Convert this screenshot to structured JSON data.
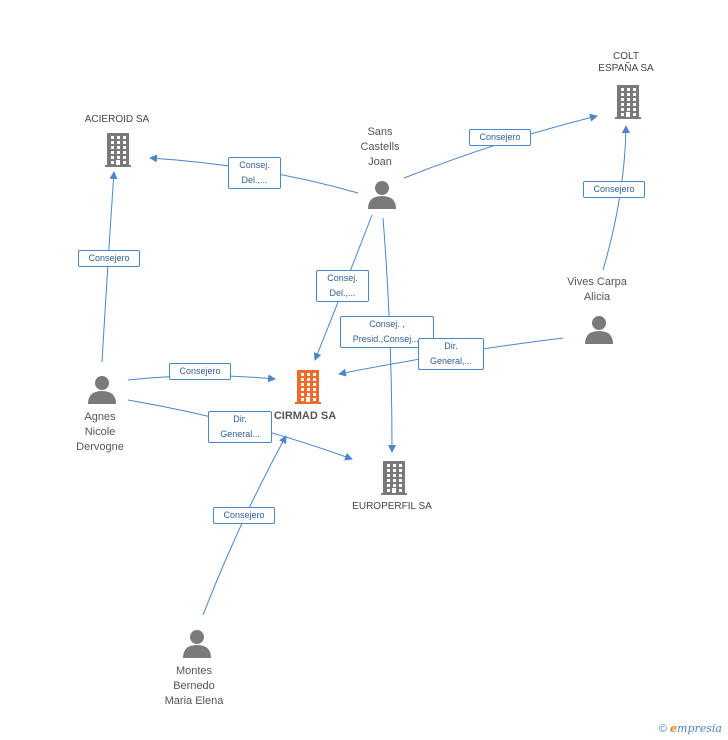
{
  "nodes": {
    "acieroid": {
      "label": "ACIEROID SA",
      "kind": "company"
    },
    "colt": {
      "label_line1": "COLT",
      "label_line2": "ESPAÑA SA",
      "kind": "company"
    },
    "cirmad": {
      "label": "CIRMAD SA",
      "kind": "company-main"
    },
    "europerfil": {
      "label": "EUROPERFIL SA",
      "kind": "company"
    },
    "sans": {
      "label_line1": "Sans",
      "label_line2": "Castells",
      "label_line3": "Joan",
      "kind": "person"
    },
    "vives": {
      "label_line1": "Vives Carpa",
      "label_line2": "Alicia",
      "kind": "person"
    },
    "agnes": {
      "label_line1": "Agnes",
      "label_line2": "Nicole",
      "label_line3": "Dervogne",
      "kind": "person"
    },
    "montes": {
      "label_line1": "Montes",
      "label_line2": "Bernedo",
      "label_line3": "Maria Elena",
      "kind": "person"
    }
  },
  "edges": {
    "sans_acieroid": {
      "line1": "Consej.",
      "line2": "Del.,..."
    },
    "sans_colt": {
      "line1": "Consejero"
    },
    "vives_colt": {
      "line1": "Consejero"
    },
    "sans_cirmad": {
      "line1": "Consej.",
      "line2": "Del.,..."
    },
    "sans_europerfil": {
      "line1": "Consej. ,",
      "line2": "Presid.,Consej...."
    },
    "vives_cirmad": {
      "line1": "Dir.",
      "line2": "General,..."
    },
    "agnes_acieroid": {
      "line1": "Consejero"
    },
    "agnes_cirmad": {
      "line1": "Consejero"
    },
    "agnes_europerfil": {
      "line1": "Dir.",
      "line2": "General..."
    },
    "montes_cirmad": {
      "line1": "Consejero"
    }
  },
  "credit": {
    "symbol": "©",
    "brand_initial": "e",
    "brand_rest": "mpresia"
  },
  "colors": {
    "edge": "#4a86c8",
    "person": "#7a7a7a",
    "company": "#7a7a7a",
    "main_company": "#f06a2c"
  }
}
